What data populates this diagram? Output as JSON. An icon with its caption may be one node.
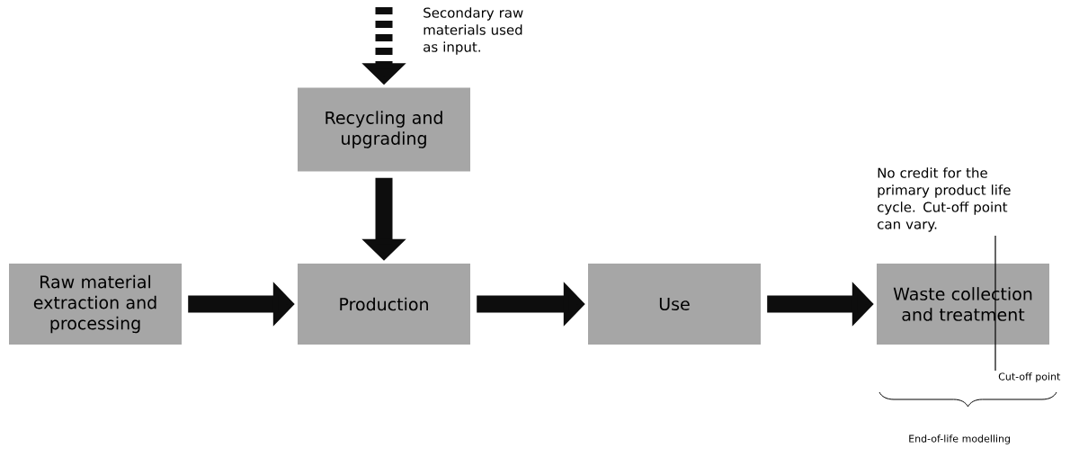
{
  "diagram": {
    "nodes": [
      {
        "text": [
          "Raw material extraction and processing"
        ]
      },
      {
        "text": [
          "Production"
        ]
      },
      {
        "text": [
          "Use"
        ]
      },
      {
        "text": [
          "Waste collection and treatment"
        ]
      },
      {
        "text": [
          "Recycling and upgrading"
        ]
      }
    ],
    "edges": [
      {
        "from": 0,
        "to": 1,
        "arrow": "to"
      },
      {
        "from": 1,
        "to": 2,
        "arrow": "to"
      },
      {
        "from": 2,
        "to": 3,
        "arrow": "to"
      },
      {
        "from": 4,
        "to": 1,
        "arrow": "to"
      },
      {
        "from": null,
        "to": 4,
        "arrow": "to",
        "style": "dashed"
      }
    ],
    "labels": [
      "Secondary raw materials used as input.",
      "No credit for the primary product life cycle. Cut-off point can vary.",
      "Cut-off point",
      "End-of-life modelling"
    ]
  }
}
